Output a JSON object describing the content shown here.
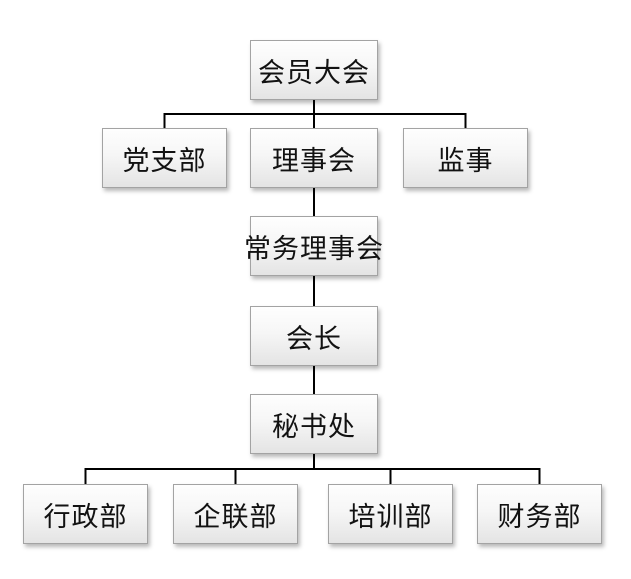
{
  "org_chart": {
    "root": {
      "label": "会员大会"
    },
    "level2": [
      {
        "label": "党支部"
      },
      {
        "label": "理事会"
      },
      {
        "label": "监事"
      }
    ],
    "level3": {
      "label": "常务理事会"
    },
    "level4": {
      "label": "会长"
    },
    "level5": {
      "label": "秘书处"
    },
    "departments": [
      {
        "label": "行政部"
      },
      {
        "label": "企联部"
      },
      {
        "label": "培训部"
      },
      {
        "label": "财务部"
      }
    ],
    "colors": {
      "connector_line": "#000000",
      "node_border": "#a3a3a3",
      "node_fill_top": "#fefefe",
      "node_fill_bottom": "#e4e4e4",
      "text": "#121212",
      "background": "#ffffff"
    }
  }
}
